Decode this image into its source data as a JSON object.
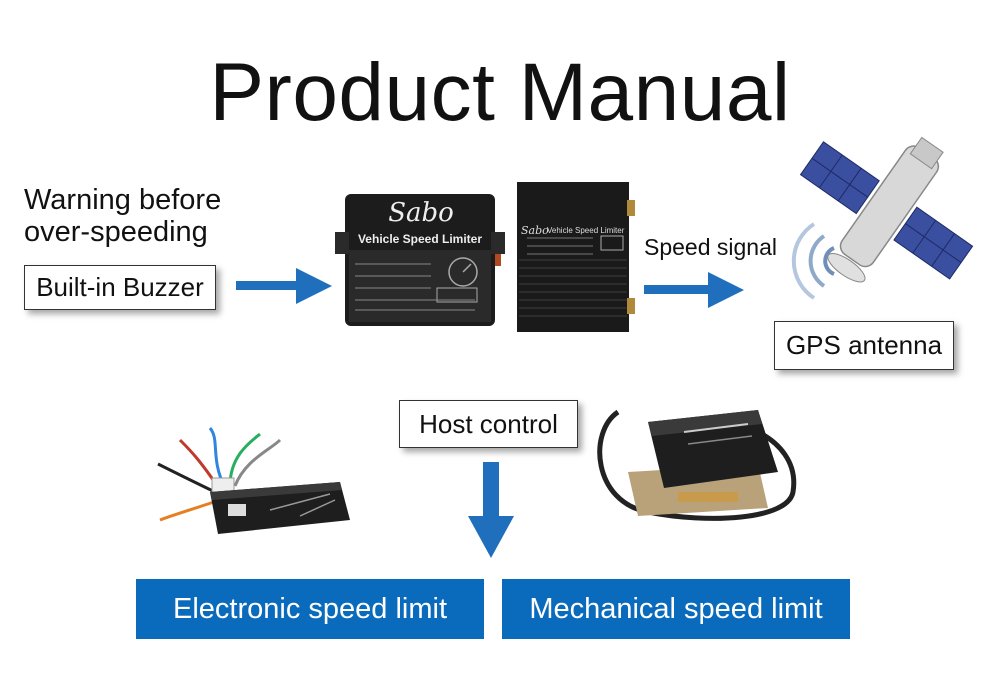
{
  "title": "Product Manual",
  "warning": {
    "line1": "Warning before",
    "line2": "over-speeding"
  },
  "boxes": {
    "buzzer": "Built-in Buzzer",
    "gps": "GPS antenna",
    "host": "Host control"
  },
  "speed_signal": "Speed signal",
  "device1": {
    "brand": "Sabo",
    "label": "Vehicle Speed Limiter"
  },
  "device2": {
    "brand": "Sabo",
    "label": "Vehicle Speed Limiter"
  },
  "outputs": {
    "electronic": "Electronic speed limit",
    "mechanical": "Mechanical speed limit"
  },
  "colors": {
    "arrow": "#1f6fbd",
    "blue_box": "#0a6bbd",
    "device": "#1c1c1c"
  },
  "icons": [
    "satellite-icon",
    "signal-waves-icon"
  ]
}
